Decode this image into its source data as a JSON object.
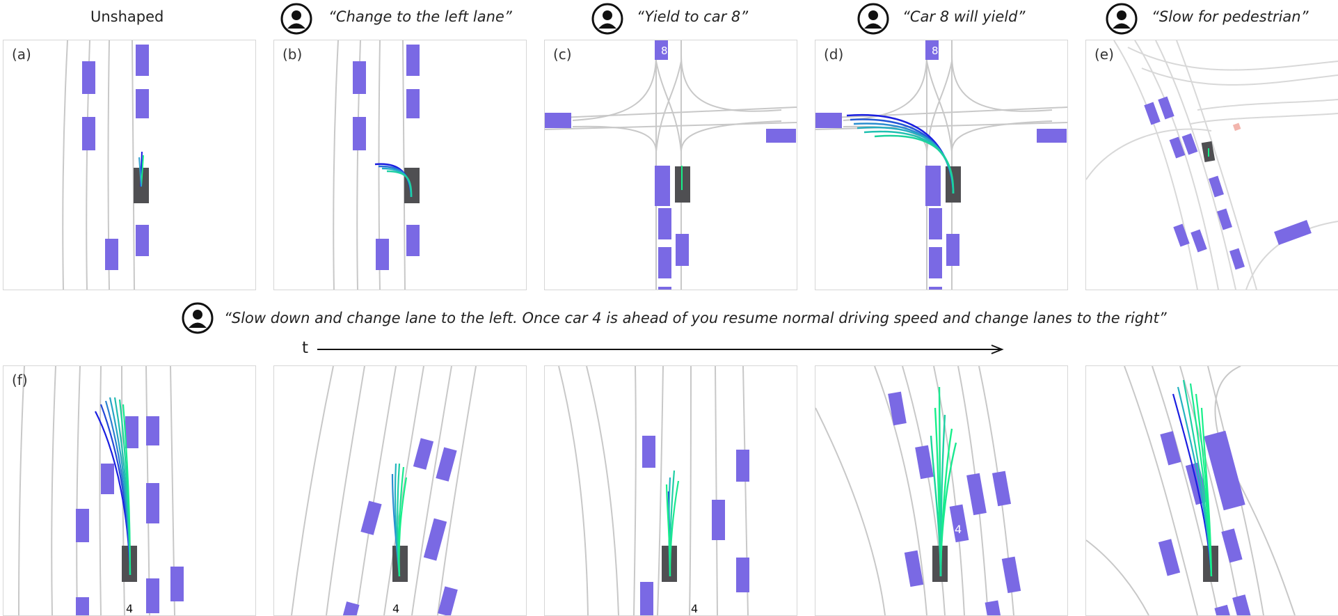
{
  "top_row": {
    "headers": [
      {
        "text": "Unshaped",
        "has_avatar": false
      },
      {
        "text": "“Change to the left lane”",
        "has_avatar": true
      },
      {
        "text": "“Yield to car 8”",
        "has_avatar": true
      },
      {
        "text": "“Car 8 will yield”",
        "has_avatar": true
      },
      {
        "text": "“Slow for pedestrian”",
        "has_avatar": true
      }
    ],
    "panel_labels": [
      "(a)",
      "(b)",
      "(c)",
      "(d)",
      "(e)"
    ],
    "car_labels": {
      "c": "8",
      "d": "8"
    }
  },
  "bottom_row": {
    "instruction": "“Slow down and change lane to the left.  Once car 4 is ahead of you resume normal driving speed and change lanes to the right”",
    "time_axis_label": "t",
    "panel_label": "(f)",
    "car_labels": {
      "f1": "4",
      "f2": "4",
      "f3": "4",
      "f4": "4"
    }
  },
  "colors": {
    "vehicle": "#7a69e4",
    "ego": "#4f4f52",
    "lane": "#c8c8c8",
    "trajectory_start": "#1a1ee0",
    "trajectory_end": "#17f08a",
    "pedestrian": "#f2b5ad"
  },
  "icons": {
    "speaker": "person-avatar-icon"
  }
}
